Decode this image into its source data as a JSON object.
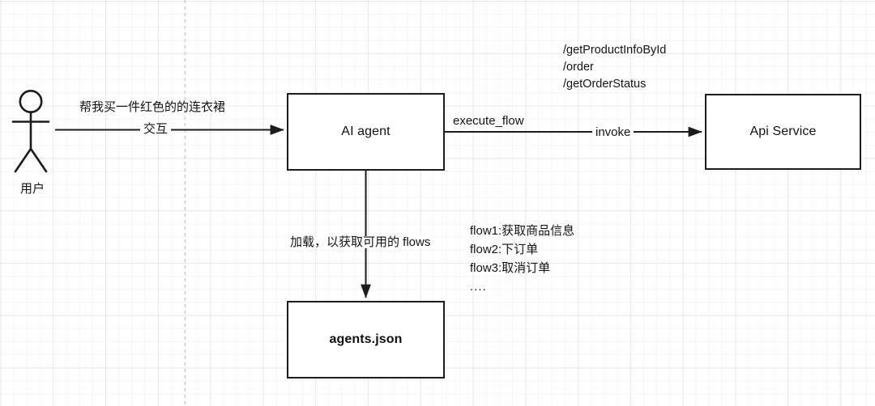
{
  "diagram": {
    "title": "AI agent flow architecture diagram",
    "background": {
      "color": "#fefefe",
      "grid_minor_color": "#f0f2f3",
      "grid_major_color": "#e3e7ea",
      "dashed_guide_color": "#cfd4d8"
    },
    "stroke_color": "#1c1c1c"
  },
  "actor": {
    "name": "user-actor",
    "caption": "用户"
  },
  "nodes": [
    {
      "id": "ai-agent",
      "label": "AI agent",
      "bold": false
    },
    {
      "id": "api-service",
      "label": "Api Service",
      "bold": false
    },
    {
      "id": "agents-json",
      "label": "agents.json",
      "bold": true
    }
  ],
  "edges": {
    "user_to_agent": {
      "label_top": "帮我买一件红色的的连衣裙",
      "label_inline": "交互"
    },
    "agent_to_api": {
      "label_top": "execute_flow",
      "label_inline": "invoke"
    },
    "agent_to_agents_json": {
      "label": "加载，以获取可用的 flows"
    }
  },
  "annotations": {
    "api_endpoints": [
      "/getProductInfoById",
      "/order",
      "/getOrderStatus"
    ],
    "flows": [
      "flow1:获取商品信息",
      "flow2:下订单",
      "flow3:取消订单",
      "...."
    ]
  }
}
